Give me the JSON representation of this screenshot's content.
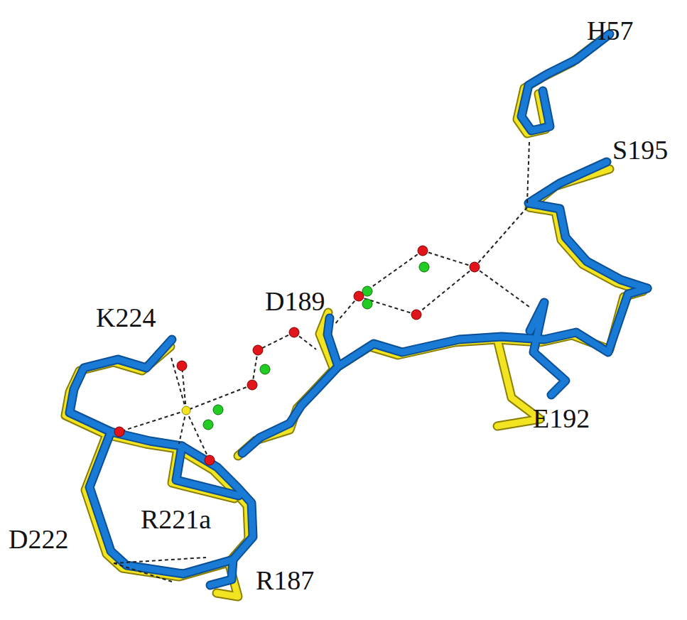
{
  "diagram": {
    "labels": [
      "H57",
      "S195",
      "D189",
      "K224",
      "E192",
      "D222",
      "R221a",
      "R187"
    ]
  }
}
